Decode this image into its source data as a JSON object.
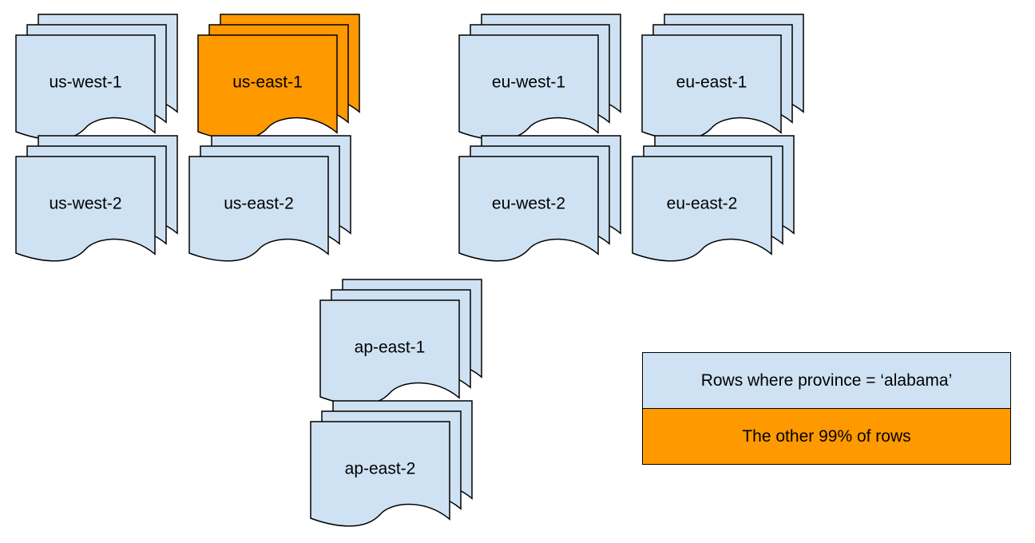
{
  "colors": {
    "light": "#cfe2f3",
    "highlight": "#ff9900",
    "stroke": "#000000"
  },
  "regions": [
    {
      "label": "us-west-1",
      "fill": "light"
    },
    {
      "label": "us-east-1",
      "fill": "highlight"
    },
    {
      "label": "us-west-2",
      "fill": "light"
    },
    {
      "label": "us-east-2",
      "fill": "light"
    },
    {
      "label": "eu-west-1",
      "fill": "light"
    },
    {
      "label": "eu-east-1",
      "fill": "light"
    },
    {
      "label": "eu-west-2",
      "fill": "light"
    },
    {
      "label": "eu-east-2",
      "fill": "light"
    },
    {
      "label": "ap-east-1",
      "fill": "light"
    },
    {
      "label": "ap-east-2",
      "fill": "light"
    }
  ],
  "legend": {
    "items": [
      {
        "label": "Rows where province = ‘alabama’",
        "fill": "light"
      },
      {
        "label": "The other 99% of rows",
        "fill": "highlight"
      }
    ]
  }
}
